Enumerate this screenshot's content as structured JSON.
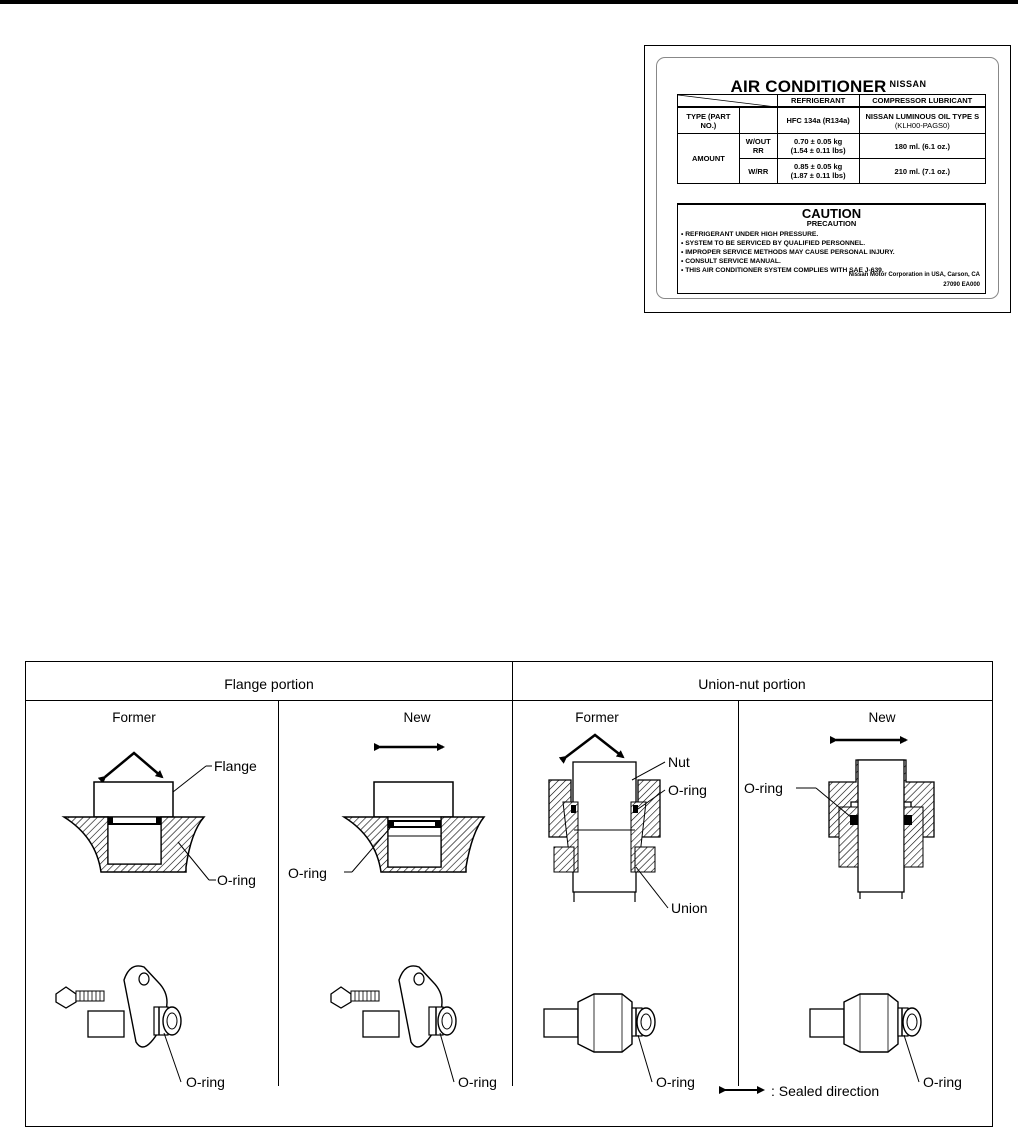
{
  "ac_label": {
    "title": "AIR CONDITIONER",
    "brand": "NISSAN",
    "headers": {
      "refrigerant": "REFRIGERANT",
      "lubricant": "COMPRESSOR LUBRICANT"
    },
    "type_row": {
      "label": "TYPE (PART NO.)",
      "refrigerant": "HFC 134a (R134a)",
      "lubricant_line1": "NISSAN LUMINOUS OIL TYPE S",
      "lubricant_line2": "(KLH00-PAGS0)"
    },
    "amount_label": "AMOUNT",
    "amount_rows": [
      {
        "variant": "W/OUT RR",
        "refrigerant_line1": "0.70 ± 0.05 kg",
        "refrigerant_line2": "(1.54 ± 0.11 lbs)",
        "lubricant": "180 ml. (6.1 oz.)"
      },
      {
        "variant": "W/RR",
        "refrigerant_line1": "0.85 ± 0.05 kg",
        "refrigerant_line2": "(1.87 ± 0.11 lbs)",
        "lubricant": "210 ml. (7.1 oz.)"
      }
    ],
    "caution_title": "CAUTION",
    "caution_subtitle": "PRECAUTION",
    "caution_items": [
      "• REFRIGERANT UNDER HIGH PRESSURE.",
      "• SYSTEM TO BE SERVICED BY QUALIFIED PERSONNEL.",
      "• IMPROPER SERVICE METHODS MAY CAUSE PERSONAL INJURY.",
      "• CONSULT SERVICE MANUAL.",
      "• THIS AIR CONDITIONER SYSTEM COMPLIES WITH SAE J-639."
    ],
    "maker": "Nissan Motor Corporation in USA, Carson, CA",
    "part_number": "27090 EA000"
  },
  "comparison": {
    "sections": [
      {
        "title": "Flange portion",
        "columns": [
          "Former",
          "New"
        ]
      },
      {
        "title": "Union-nut portion",
        "columns": [
          "Former",
          "New"
        ]
      }
    ],
    "callouts": {
      "flange": "Flange",
      "oring": "O-ring",
      "nut": "Nut",
      "union": "Union"
    },
    "legend": ": Sealed direction"
  }
}
